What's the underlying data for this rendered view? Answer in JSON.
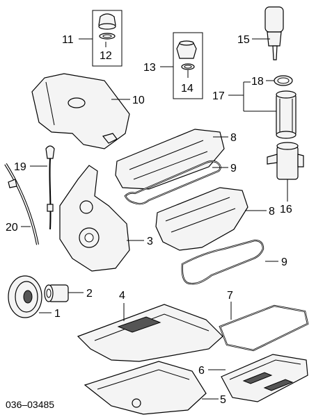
{
  "diagram": {
    "code": "036–03485",
    "callouts": {
      "c1": "1",
      "c2": "2",
      "c3": "3",
      "c4": "4",
      "c5": "5",
      "c6": "6",
      "c7": "7",
      "c8a": "8",
      "c8b": "8",
      "c9a": "9",
      "c9b": "9",
      "c10": "10",
      "c11": "11",
      "c12": "12",
      "c13": "13",
      "c14": "14",
      "c15": "15",
      "c16": "16",
      "c17": "17",
      "c18": "18",
      "c19": "19",
      "c20": "20"
    }
  }
}
